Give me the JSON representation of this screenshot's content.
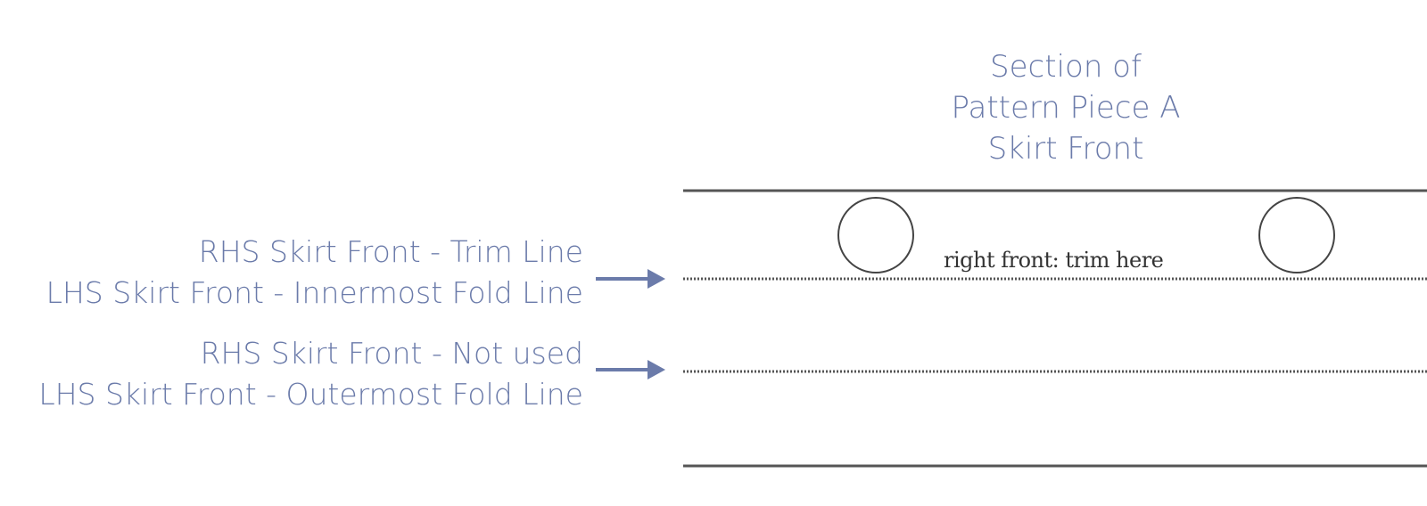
{
  "title": {
    "line1": "Section of",
    "line2": "Pattern Piece A",
    "line3": "Skirt Front"
  },
  "labels": {
    "trim_line": {
      "line1": "RHS Skirt Front - Trim Line",
      "line2": "LHS Skirt Front - Innermost Fold Line"
    },
    "second_line": {
      "line1": "RHS Skirt Front - Not used",
      "line2": "LHS Skirt Front - Outermost Fold Line"
    }
  },
  "pattern": {
    "trim_text": "right front: trim here"
  },
  "colors": {
    "label": "#6b7baa",
    "arrow": "#6b7baa",
    "pattern_lines": "#555555"
  }
}
